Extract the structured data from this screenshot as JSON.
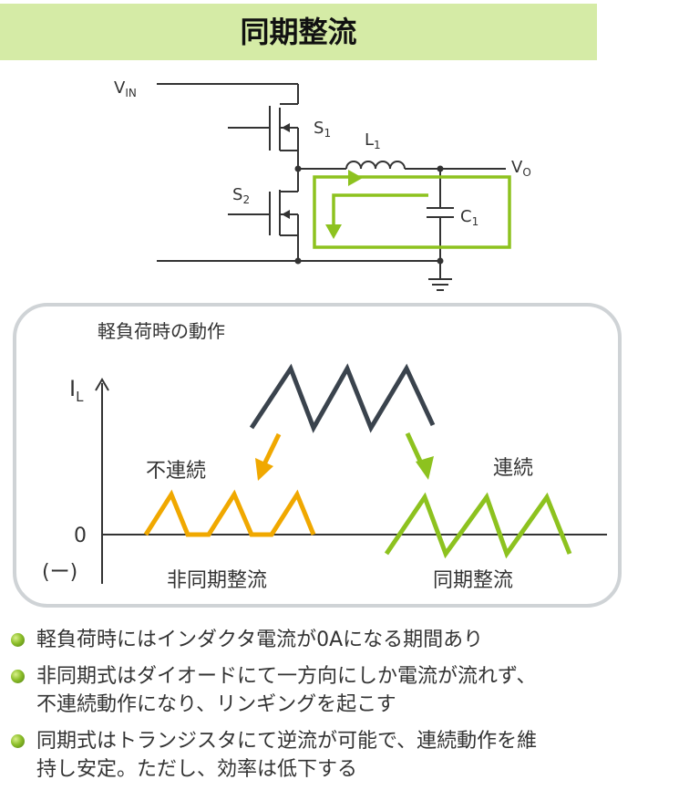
{
  "title": "同期整流",
  "circuit": {
    "vin": "V",
    "vin_sub": "IN",
    "s1": "S",
    "s1_sub": "1",
    "s2": "S",
    "s2_sub": "2",
    "l1": "L",
    "l1_sub": "1",
    "vo": "V",
    "vo_sub": "O",
    "c1": "C",
    "c1_sub": "1"
  },
  "panel": {
    "heading": "軽負荷時の動作",
    "il": "I",
    "il_sub": "L",
    "discontinuous": "不連続",
    "continuous": "連続",
    "zero": "0",
    "negative": "(ー)",
    "async_label": "非同期整流",
    "sync_label": "同期整流"
  },
  "colors": {
    "title_bg": "#d5eba6",
    "green": "#8dc21f",
    "orange": "#f0a800",
    "dark": "#3a434d"
  },
  "bullets": [
    {
      "lines": [
        "軽負荷時にはインダクタ電流が0Aになる期間あり"
      ]
    },
    {
      "lines": [
        "非同期式はダイオードにて一方向にしか電流が流れず、",
        "不連続動作になり、リンギングを起こす"
      ]
    },
    {
      "lines": [
        "同期式はトランジスタにて逆流が可能で、連続動作を維",
        "持し安定。ただし、効率は低下する"
      ]
    }
  ]
}
